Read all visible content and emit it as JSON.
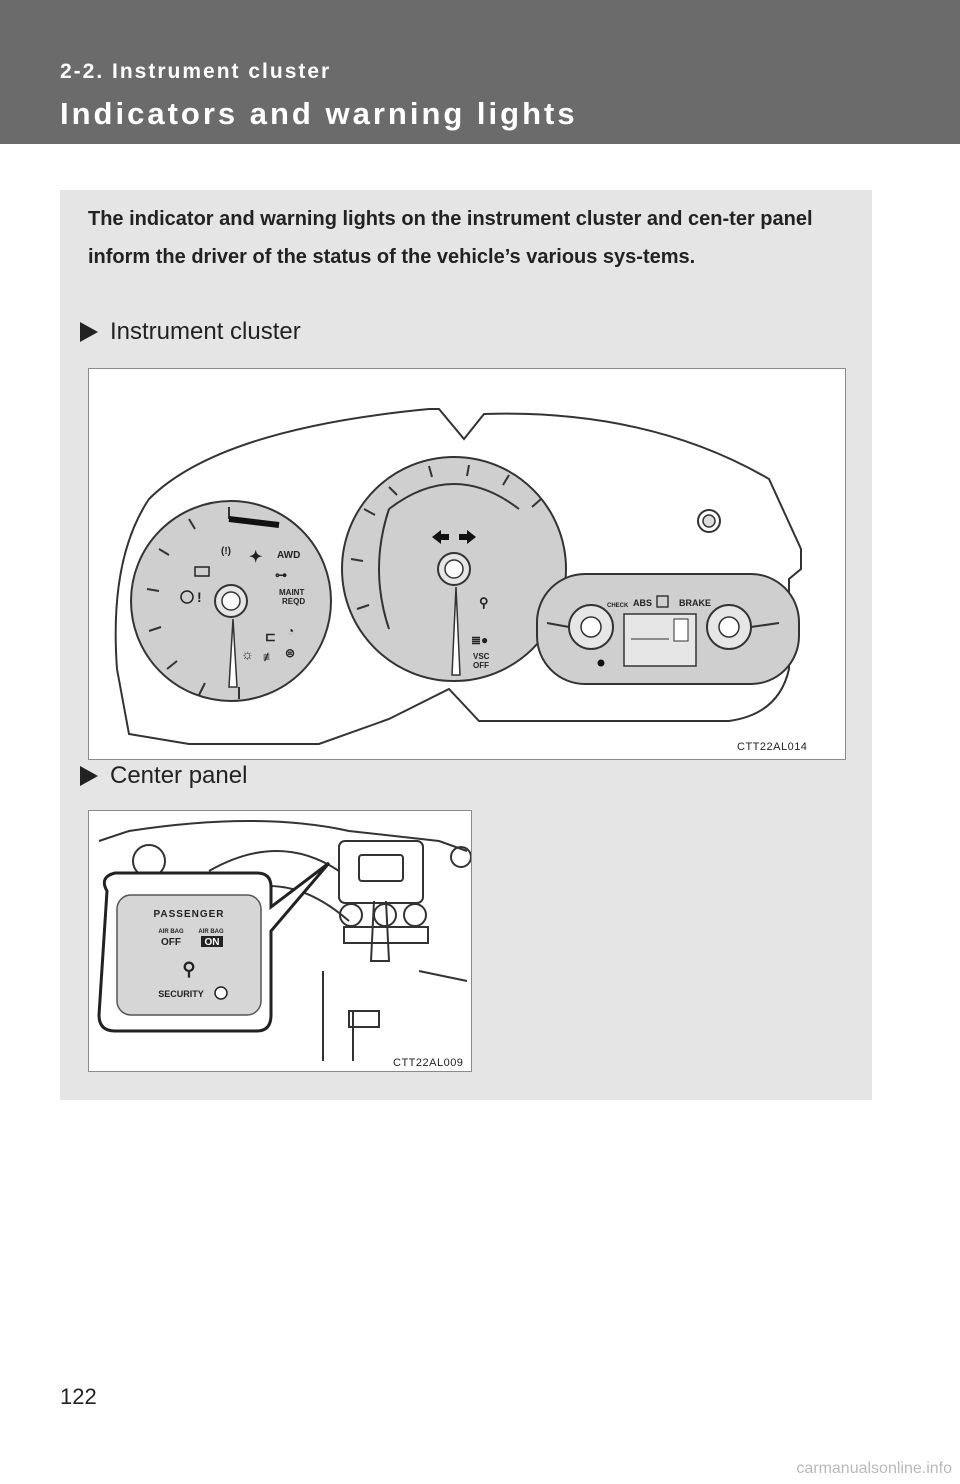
{
  "header": {
    "section": "2-2. Instrument cluster",
    "title": "Indicators and warning lights"
  },
  "intro": "The indicator and warning lights on the instrument cluster and cen-ter panel inform the driver of the status of the vehicle’s various sys-tems.",
  "figures": {
    "cluster": {
      "heading": "Instrument cluster",
      "code": "CTT22AL014",
      "labels": {
        "awd": "AWD",
        "maint": "MAINT",
        "reqd": "REQD",
        "vsc": "VSC",
        "off": "OFF",
        "check": "CHECK",
        "abs": "ABS",
        "brake": "BRAKE",
        "warn_exclaim": "!"
      }
    },
    "center_panel": {
      "heading": "Center panel",
      "code": "CTT22AL009",
      "labels": {
        "passenger": "PASSENGER",
        "airbag_left": "AIR BAG",
        "airbag_right": "AIR BAG",
        "off": "OFF",
        "on": "ON",
        "security": "SECURITY"
      }
    }
  },
  "footer": {
    "page_number": "122",
    "watermark": "carmanualsonline.info"
  }
}
